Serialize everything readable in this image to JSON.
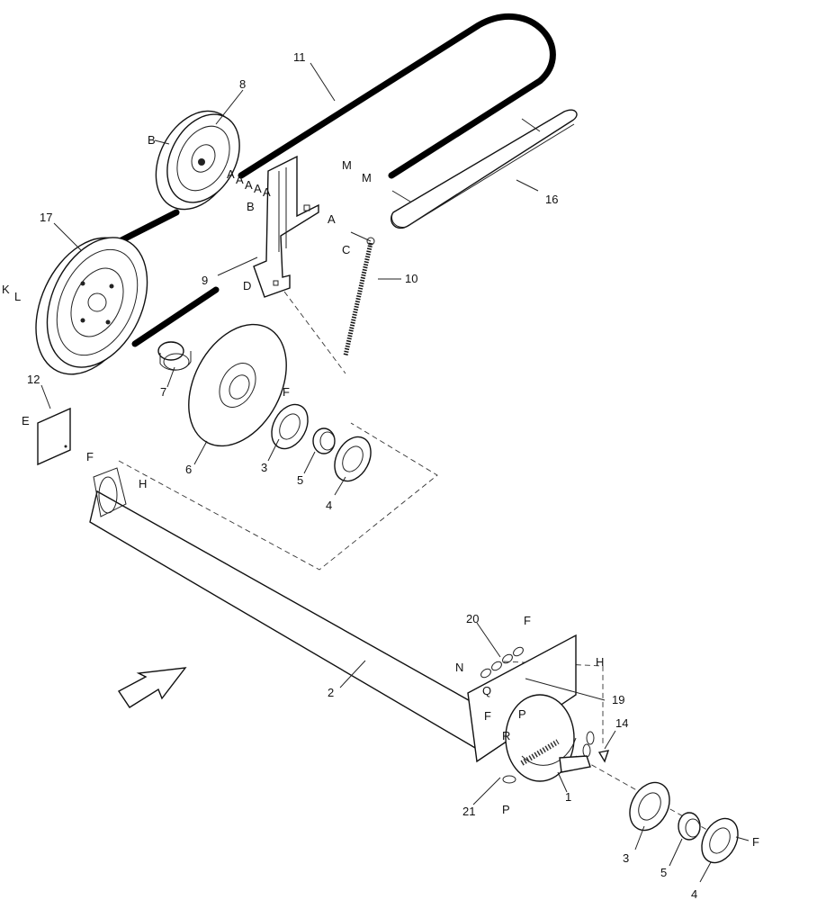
{
  "diagram": {
    "parts": {
      "p11": "11",
      "p8": "8",
      "p17": "17",
      "p16": "16",
      "p9": "9",
      "p10": "10",
      "p7": "7",
      "p12": "12",
      "p6": "6",
      "p3": "3",
      "p5": "5",
      "p4": "4",
      "p2": "2",
      "p20": "20",
      "p19": "19",
      "p14": "14",
      "p1": "1",
      "p21": "21",
      "p3b": "3",
      "p5b": "5",
      "p4b": "4"
    },
    "letters": {
      "B1": "B",
      "A1": "A",
      "A2": "A",
      "A3": "A",
      "A4": "A",
      "A5": "A",
      "M1": "M",
      "M2": "M",
      "B2": "B",
      "A6": "A",
      "C": "C",
      "D": "D",
      "K": "K",
      "L": "L",
      "E": "E",
      "F1": "F",
      "F2": "F",
      "H1": "H",
      "F3": "F",
      "H2": "H",
      "N": "N",
      "Q": "Q",
      "F4": "F",
      "P1": "P",
      "R": "R",
      "P2": "P",
      "F5": "F"
    }
  }
}
